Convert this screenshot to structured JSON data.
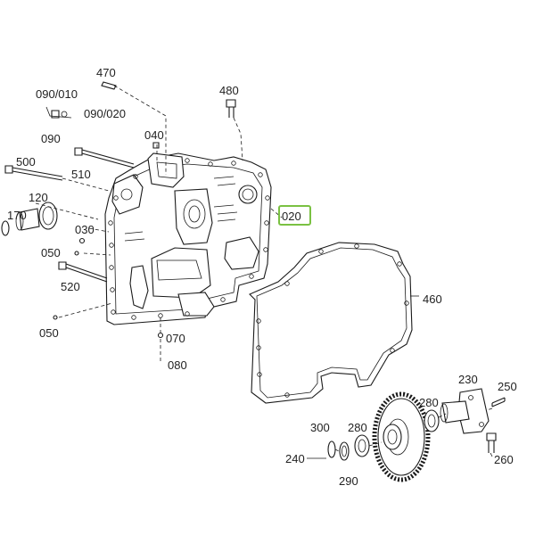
{
  "highlight_color": "#7ac142",
  "labels": {
    "p470": "470",
    "p090_010": "090/010",
    "p090_020": "090/020",
    "p090": "090",
    "p480": "480",
    "p040": "040",
    "p500": "500",
    "p510": "510",
    "p120": "120",
    "p170": "170",
    "p030": "030",
    "p020": "020",
    "p050a": "050",
    "p520": "520",
    "p050b": "050",
    "p460": "460",
    "p070": "070",
    "p080": "080",
    "p230": "230",
    "p250": "250",
    "p280a": "280",
    "p300": "300",
    "p280b": "280",
    "p240": "240",
    "p290": "290",
    "p260": "260"
  }
}
